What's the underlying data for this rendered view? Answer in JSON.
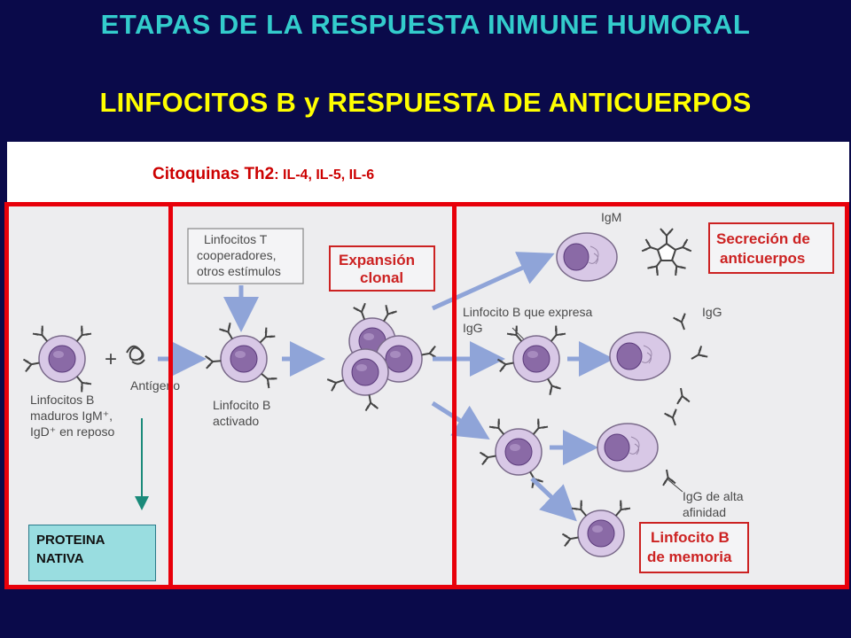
{
  "title_line1": "ETAPAS DE LA RESPUESTA INMUNE HUMORAL",
  "title_line2": "LINFOCITOS B y RESPUESTA DE ANTICUERPOS",
  "cytokines": {
    "main": "Citoquinas Th2",
    "sub": ": IL-4, IL-5, IL-6"
  },
  "diagram": {
    "resting_label": [
      "Linfocitos B",
      "maduros IgM⁺,",
      "IgD⁺ en reposo"
    ],
    "antigen_label": "Antígeno",
    "helper_box": [
      "Linfocitos T",
      "cooperadores,",
      "otros estímulos"
    ],
    "activated_label": [
      "Linfocito B",
      "activado"
    ],
    "expansion_box": [
      "Expansión",
      "clonal"
    ],
    "igm_label": "IgM",
    "secretion_box": [
      "Secreción de",
      "anticuerpos"
    ],
    "igg_expressing_label": [
      "Linfocito B que expresa",
      "IgG"
    ],
    "igg_label": "IgG",
    "high_affinity_label": [
      "IgG de alta",
      "afinidad"
    ],
    "memory_box": [
      "Linfocito B",
      "de memoria"
    ],
    "plus_sign": "+"
  },
  "native_protein": [
    "PROTEINA",
    "NATIVA"
  ],
  "colors": {
    "background": "#0a0a4a",
    "title1": "#33cccc",
    "title2": "#ffff00",
    "frame": "#e8000a",
    "box_red": "#cc2222",
    "arrow": "#8fa4d8",
    "cell": "#c8b4dc",
    "nucleus": "#7a5a98"
  }
}
